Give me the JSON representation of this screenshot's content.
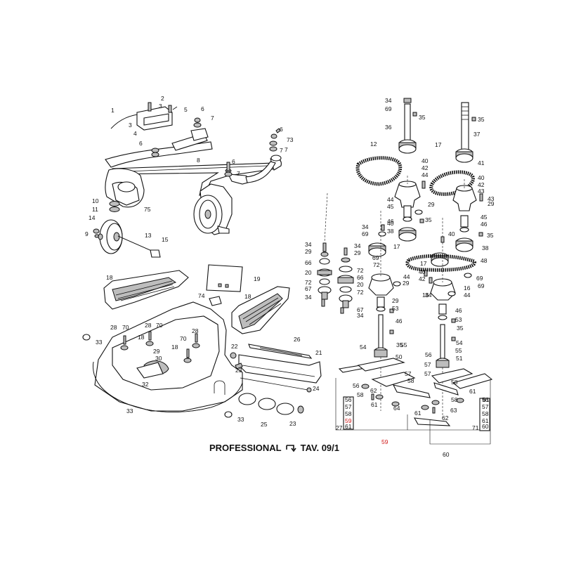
{
  "caption": {
    "left_text": "PROFESSIONAL",
    "right_text": "TAV. 09/1",
    "arrow_icon": "reflow-arrow-icon"
  },
  "highlight_color": "#d01818",
  "labels": {
    "front_axle": [
      "1",
      "2",
      "3",
      "3",
      "4",
      "5",
      "6",
      "7",
      "6",
      "7",
      "6",
      "73",
      "7",
      "8",
      "6",
      "7",
      "10",
      "11",
      "14",
      "9",
      "13",
      "15",
      "75"
    ],
    "deck": [
      "18",
      "19",
      "74",
      "18",
      "28",
      "70",
      "28",
      "70",
      "18",
      "33",
      "28",
      "70",
      "18",
      "29",
      "30",
      "32",
      "33",
      "22",
      "23",
      "26",
      "21",
      "24",
      "25",
      "23",
      "33"
    ],
    "left_spindles": [
      "34",
      "29",
      "66",
      "20",
      "72",
      "67",
      "34",
      "34",
      "29",
      "72",
      "66",
      "20",
      "72",
      "67",
      "34"
    ],
    "right_drive": [
      "34",
      "69",
      "35",
      "36",
      "37",
      "35",
      "12",
      "17",
      "40",
      "42",
      "44",
      "41",
      "40",
      "42",
      "43",
      "44",
      "29",
      "43",
      "45",
      "46",
      "29",
      "45",
      "46",
      "34",
      "69",
      "40",
      "35",
      "40",
      "35",
      "38",
      "38",
      "17",
      "69",
      "17",
      "48",
      "72",
      "69",
      "40",
      "42",
      "44",
      "29",
      "69",
      "34",
      "16",
      "16",
      "44",
      "29",
      "53",
      "46",
      "53",
      "46",
      "35",
      "35",
      "50",
      "54",
      "55",
      "51",
      "54",
      "55",
      "57",
      "56",
      "57",
      "57",
      "56",
      "58",
      "58",
      "61",
      "62",
      "64",
      "61",
      "58",
      "63",
      "62",
      "61",
      "61",
      "58",
      "58"
    ],
    "kit_left": [
      "56",
      "57",
      "58",
      "59",
      "61",
      "27"
    ],
    "kit_right": [
      "56",
      "57",
      "58",
      "61",
      "60",
      "71"
    ],
    "bottom_refs": [
      "59",
      "60"
    ]
  },
  "highlighted_labels": [
    "59"
  ]
}
